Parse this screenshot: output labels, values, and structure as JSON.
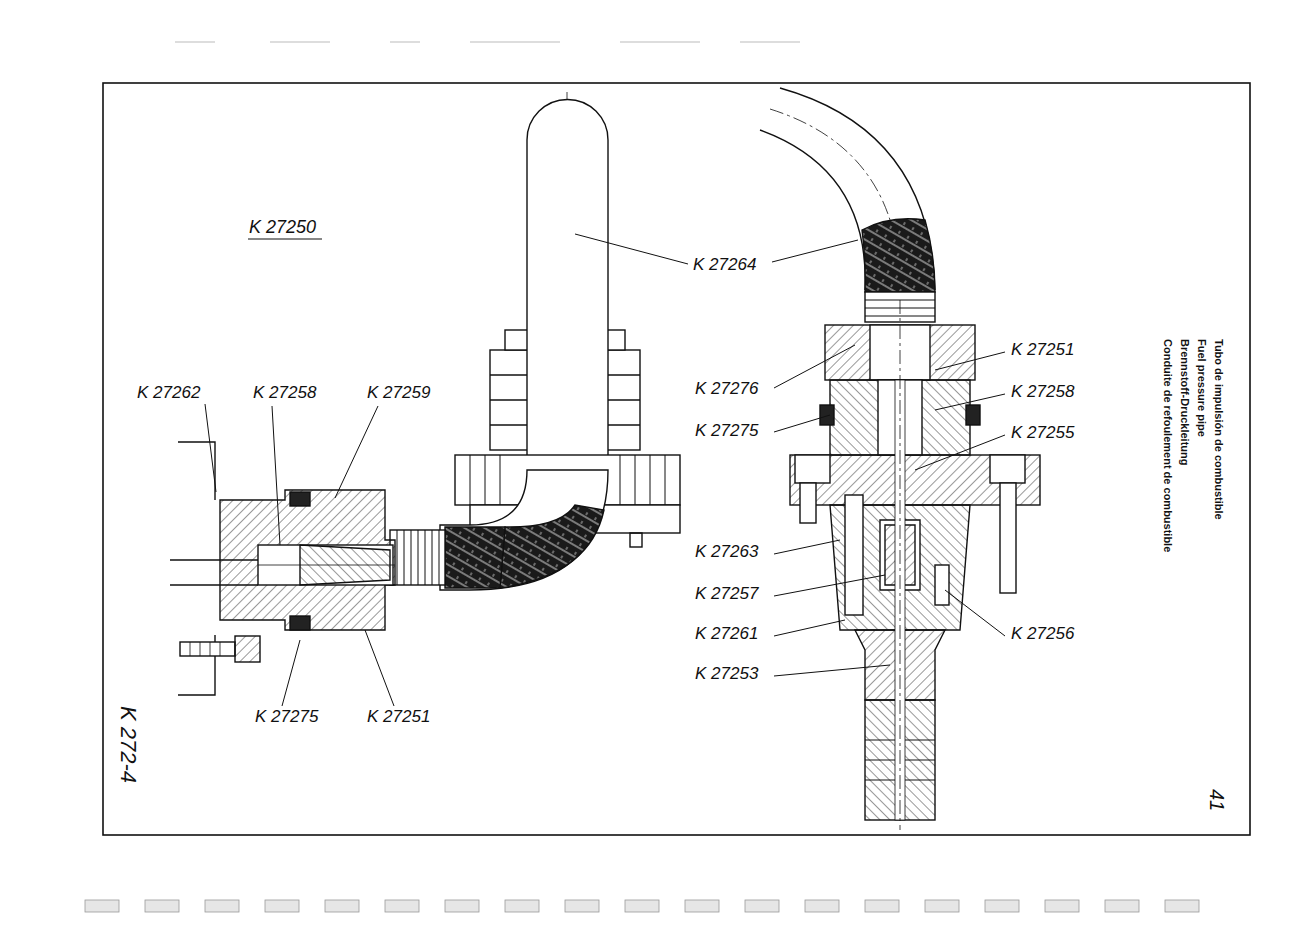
{
  "diagram": {
    "labels": [
      "K 27250",
      "K 27264",
      "K 27262",
      "K 27258",
      "K 27259",
      "K 27275",
      "K 27251",
      "K 27251",
      "K 27276",
      "K 27258",
      "K 27275",
      "K 27255",
      "K 27263",
      "K 27257",
      "K 27261",
      "K 27256",
      "K 27253",
      "K 272-4",
      "41",
      "Conduite de refoulement de combustible",
      "Brennstoff-Druckleitung",
      "Fuel pressure pipe",
      "Tubo de impulsión de combustible"
    ]
  }
}
